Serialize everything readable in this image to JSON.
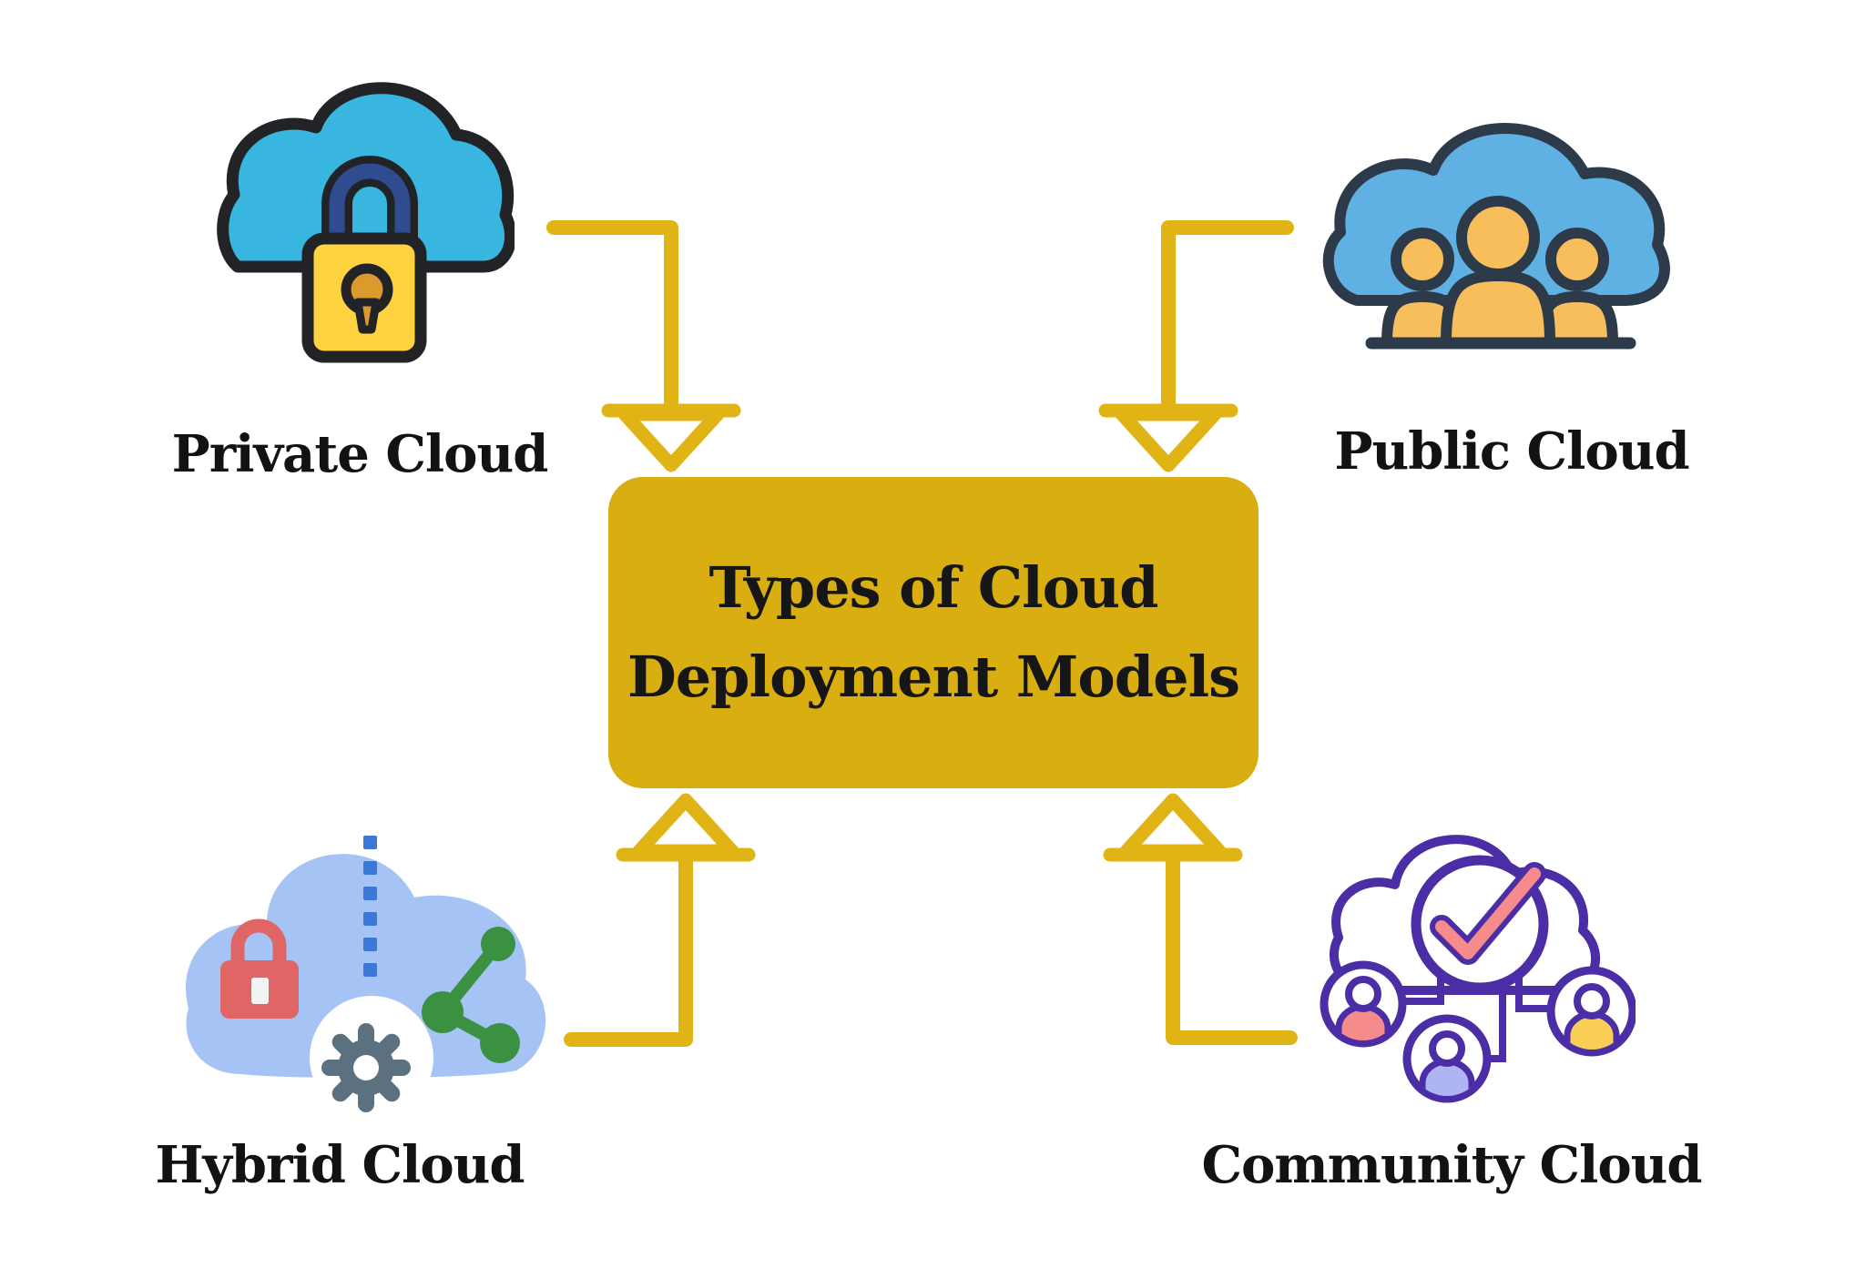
{
  "title": {
    "line1": "Types of Cloud",
    "line2": "Deployment Models"
  },
  "nodes": {
    "private": {
      "label": "Private Cloud"
    },
    "public": {
      "label": "Public Cloud"
    },
    "hybrid": {
      "label": "Hybrid Cloud"
    },
    "community": {
      "label": "Community Cloud"
    }
  },
  "colors": {
    "background": "#FFFFFF",
    "box_fill": "#D9AE10",
    "title_text": "#161616",
    "label_text": "#121212",
    "arrow": "#E0B414",
    "arrowhead_fill": "#FFFFFF",
    "private": {
      "cloud": "#38B6DF",
      "outline": "#222326",
      "lock_body": "#FFD23F",
      "shackle": "#2E4C8F",
      "keyhole": "#DB9A2E"
    },
    "public": {
      "cloud": "#5FB0E3",
      "outline": "#2C3A4A",
      "person": "#F9BE5C"
    },
    "hybrid": {
      "cloud": "#A5C4F5",
      "lock": "#E06666",
      "keyhole": "#F3F3F3",
      "divider": "#3C78D8",
      "share": "#3B9142",
      "gear": "#5B7180",
      "gear_bg": "#FFFFFF"
    },
    "community": {
      "outline": "#4B2EA5",
      "fill": "#FFFFFF",
      "check": "#F58B8B",
      "member_left": "#F58B8B",
      "member_bottom": "#AFB4F2",
      "member_right": "#F8CE55"
    }
  }
}
